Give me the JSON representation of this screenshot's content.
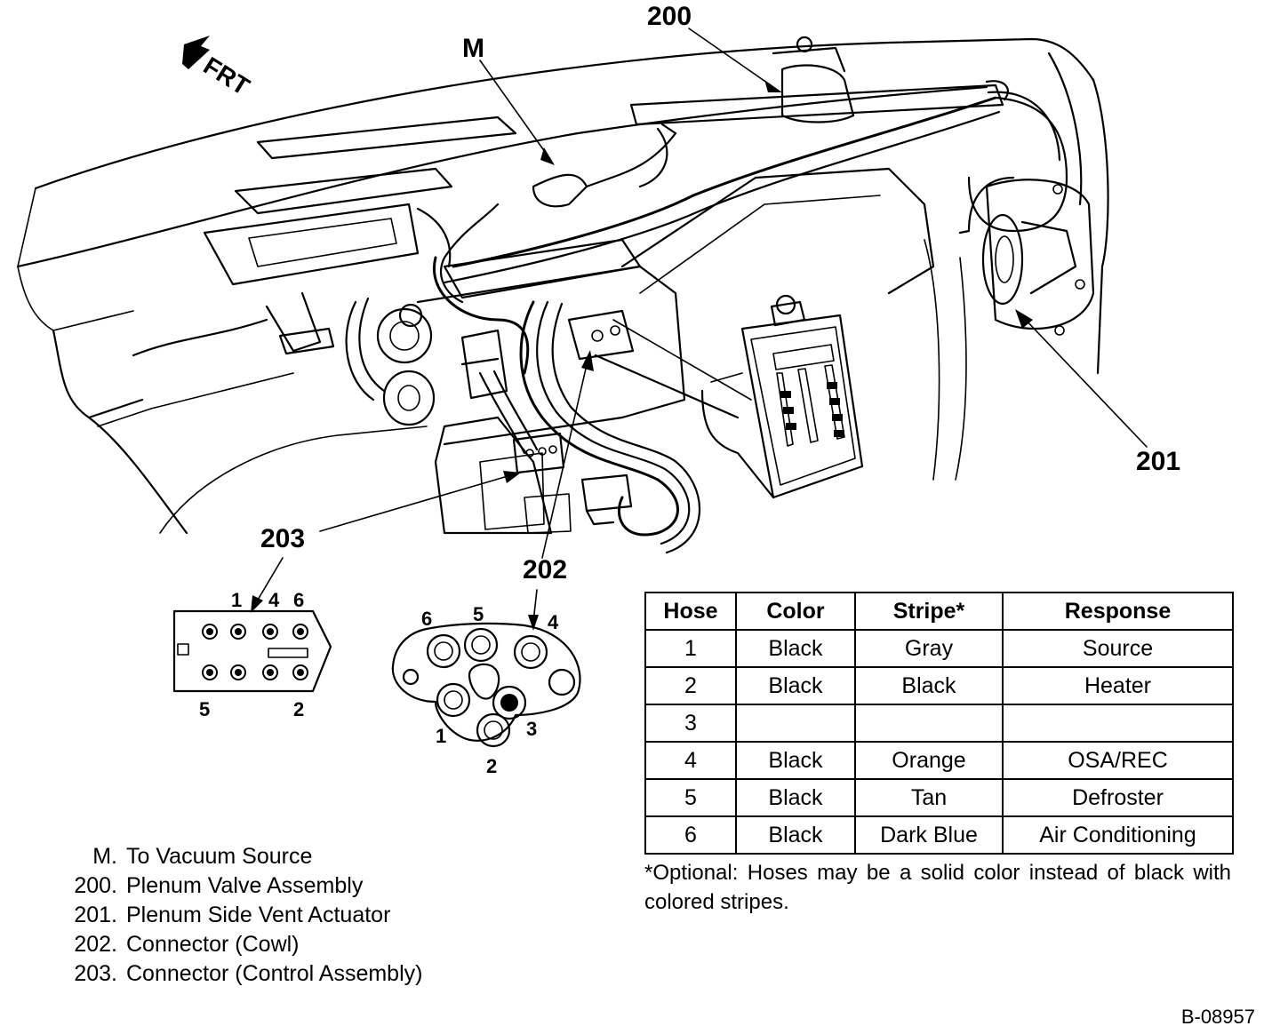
{
  "orientation": {
    "label": "FRT",
    "arrow_icon": "front-direction-arrow-icon"
  },
  "callouts": {
    "m": "M",
    "c200": "200",
    "c201": "201",
    "c202": "202",
    "c203": "203"
  },
  "connector_203_pins": {
    "p1": "1",
    "p4": "4",
    "p6": "6",
    "p5": "5",
    "p2": "2"
  },
  "connector_202_pins": {
    "p6": "6",
    "p5": "5",
    "p4": "4",
    "p1": "1",
    "p3": "3",
    "p2": "2"
  },
  "hose_table": {
    "headers": [
      "Hose",
      "Color",
      "Stripe*",
      "Response"
    ],
    "rows": [
      [
        "1",
        "Black",
        "Gray",
        "Source"
      ],
      [
        "2",
        "Black",
        "Black",
        "Heater"
      ],
      [
        "3",
        "",
        "",
        ""
      ],
      [
        "4",
        "Black",
        "Orange",
        "OSA/REC"
      ],
      [
        "5",
        "Black",
        "Tan",
        "Defroster"
      ],
      [
        "6",
        "Black",
        "Dark Blue",
        "Air Conditioning"
      ]
    ],
    "note": "*Optional: Hoses may be a solid color instead of black with colored stripes."
  },
  "legend": [
    {
      "key": "M.",
      "text": "To Vacuum Source"
    },
    {
      "key": "200.",
      "text": "Plenum Valve Assembly"
    },
    {
      "key": "201.",
      "text": "Plenum Side Vent Actuator"
    },
    {
      "key": "202.",
      "text": "Connector (Cowl)"
    },
    {
      "key": "203.",
      "text": "Connector (Control Assembly)"
    }
  ],
  "figure_id": "B-08957"
}
